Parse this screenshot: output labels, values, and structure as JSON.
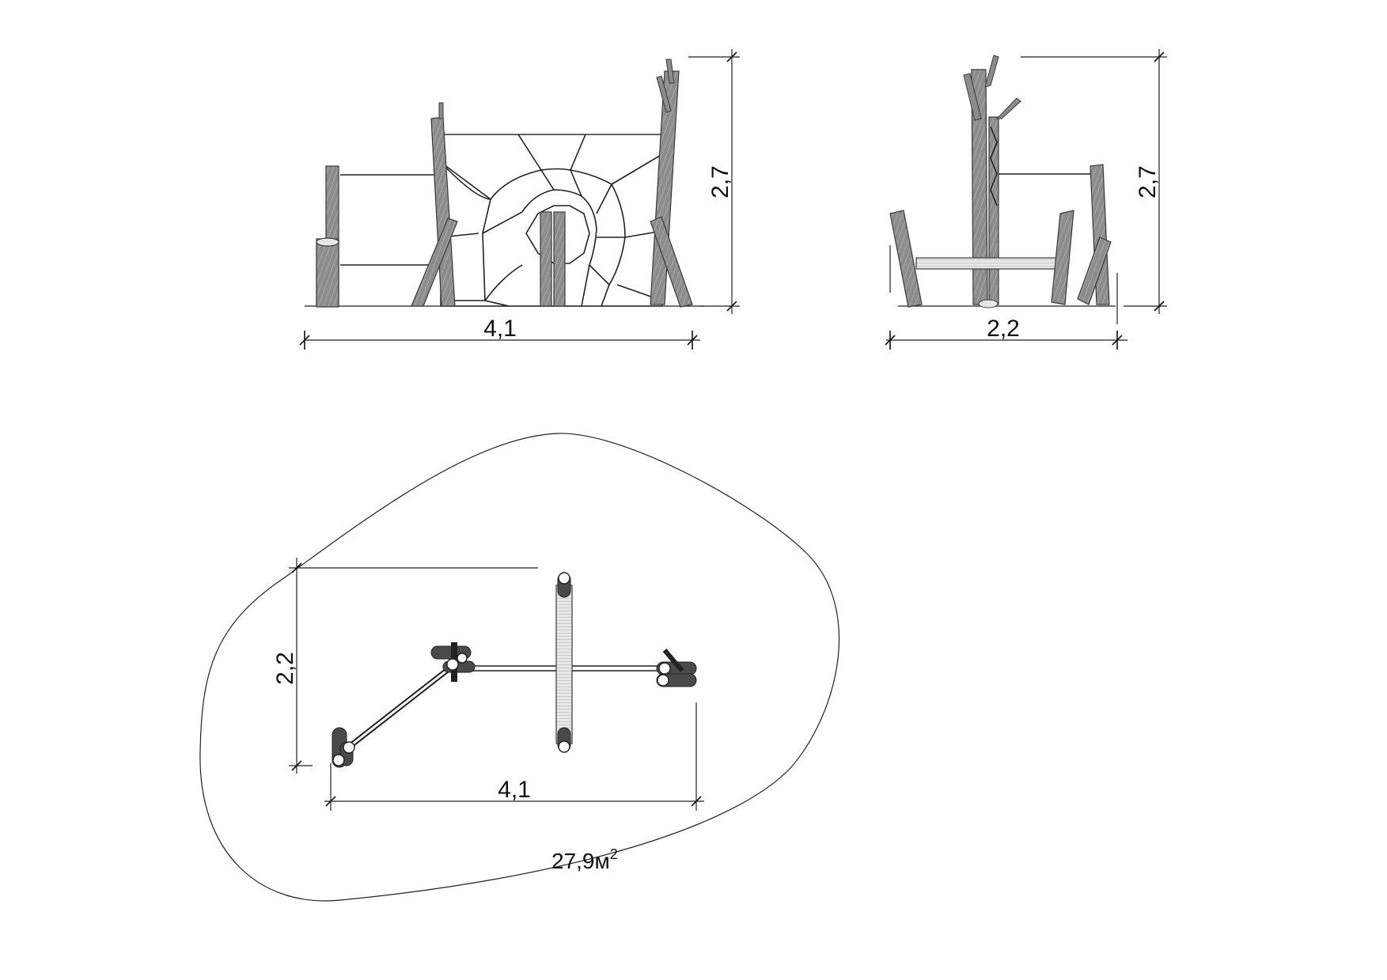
{
  "front_view": {
    "width_label": "4,1",
    "height_label": "2,7"
  },
  "side_view": {
    "width_label": "2,2",
    "height_label": "2,7"
  },
  "plan_view": {
    "width_label": "4,1",
    "depth_label": "2,2",
    "area_value": "27,9м",
    "area_exponent": "2"
  },
  "colors": {
    "wood": "#8c8c8c",
    "wood_grain": "#bdbdbd",
    "outline": "#3a3a3a",
    "dark_log": "#4a4a4a",
    "line": "#222222"
  }
}
